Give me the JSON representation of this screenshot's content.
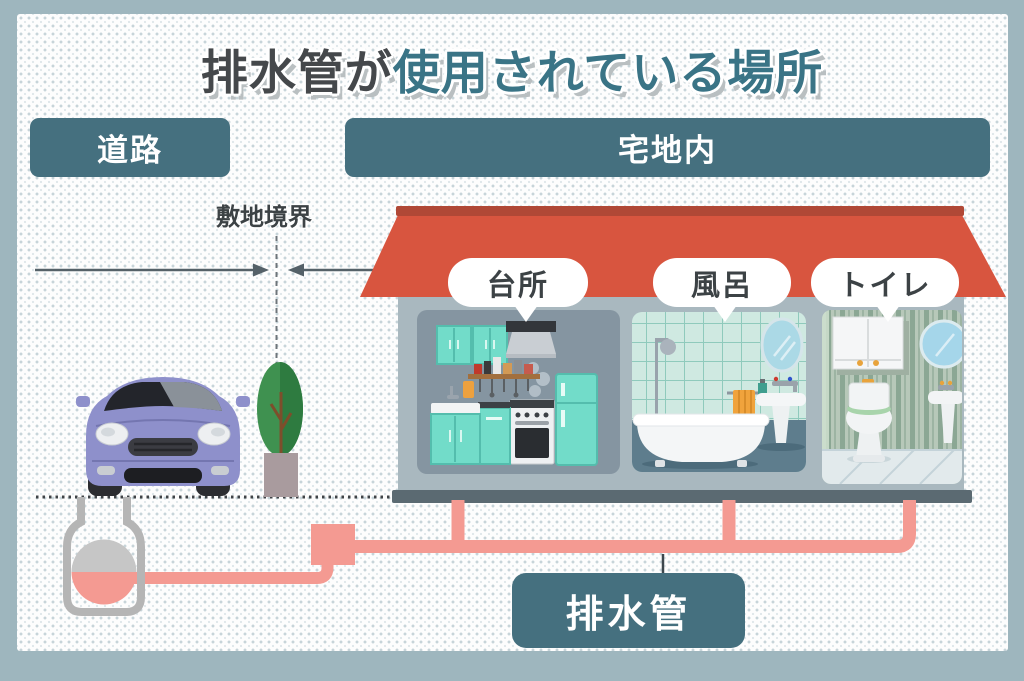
{
  "title": {
    "part1": "排水管が",
    "part2": "使用されている場所"
  },
  "zones": {
    "road": "道路",
    "residential": "宅地内"
  },
  "boundary": {
    "label": "敷地境界"
  },
  "rooms": [
    {
      "label": "台所"
    },
    {
      "label": "風呂"
    },
    {
      "label": "トイレ"
    }
  ],
  "pipe": {
    "label": "排水管"
  },
  "colors": {
    "accent_teal": "#45707f",
    "title_dark": "#45484b",
    "title_teal": "#3a7486",
    "roof_red": "#d8553f",
    "roof_dark": "#b04836",
    "pipe_salmon": "#f49a92",
    "house_wall": "#a9b8bf",
    "house_base": "#5b6a72",
    "kitchen_room": "#8595a1",
    "frame_blue": "#9eb6be",
    "label_text": "#3c4245"
  }
}
